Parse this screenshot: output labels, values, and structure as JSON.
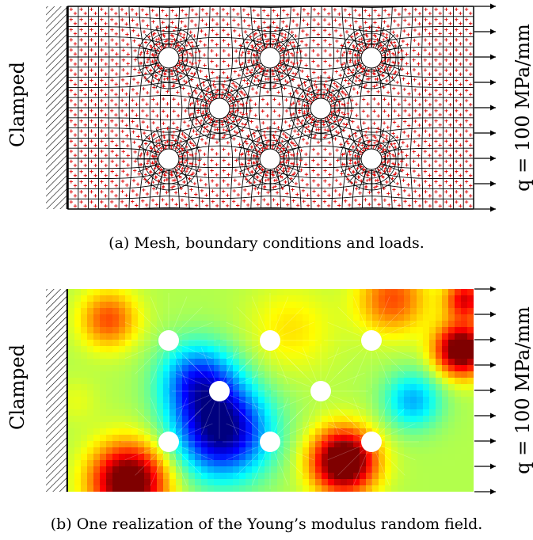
{
  "panel_a": {
    "left_label": "Clamped",
    "load_label": "q = 100 MPa/mm",
    "caption": "(a)  Mesh, boundary conditions and loads."
  },
  "panel_b": {
    "left_label": "Clamped",
    "load_label": "q = 100 MPa/mm",
    "caption": "(b)  One realization of the Young’s modulus random field."
  },
  "colors": {
    "mesh_line": "#000000",
    "gauss_point": "#e00000",
    "hole": "#ffffff",
    "colormap": [
      "#00007f",
      "#0000ff",
      "#007fff",
      "#00ffff",
      "#7fff7f",
      "#ffff00",
      "#ff7f00",
      "#ff0000",
      "#7f0000"
    ]
  },
  "icons": [
    "hatch-support-icon",
    "load-arrow-icon"
  ]
}
